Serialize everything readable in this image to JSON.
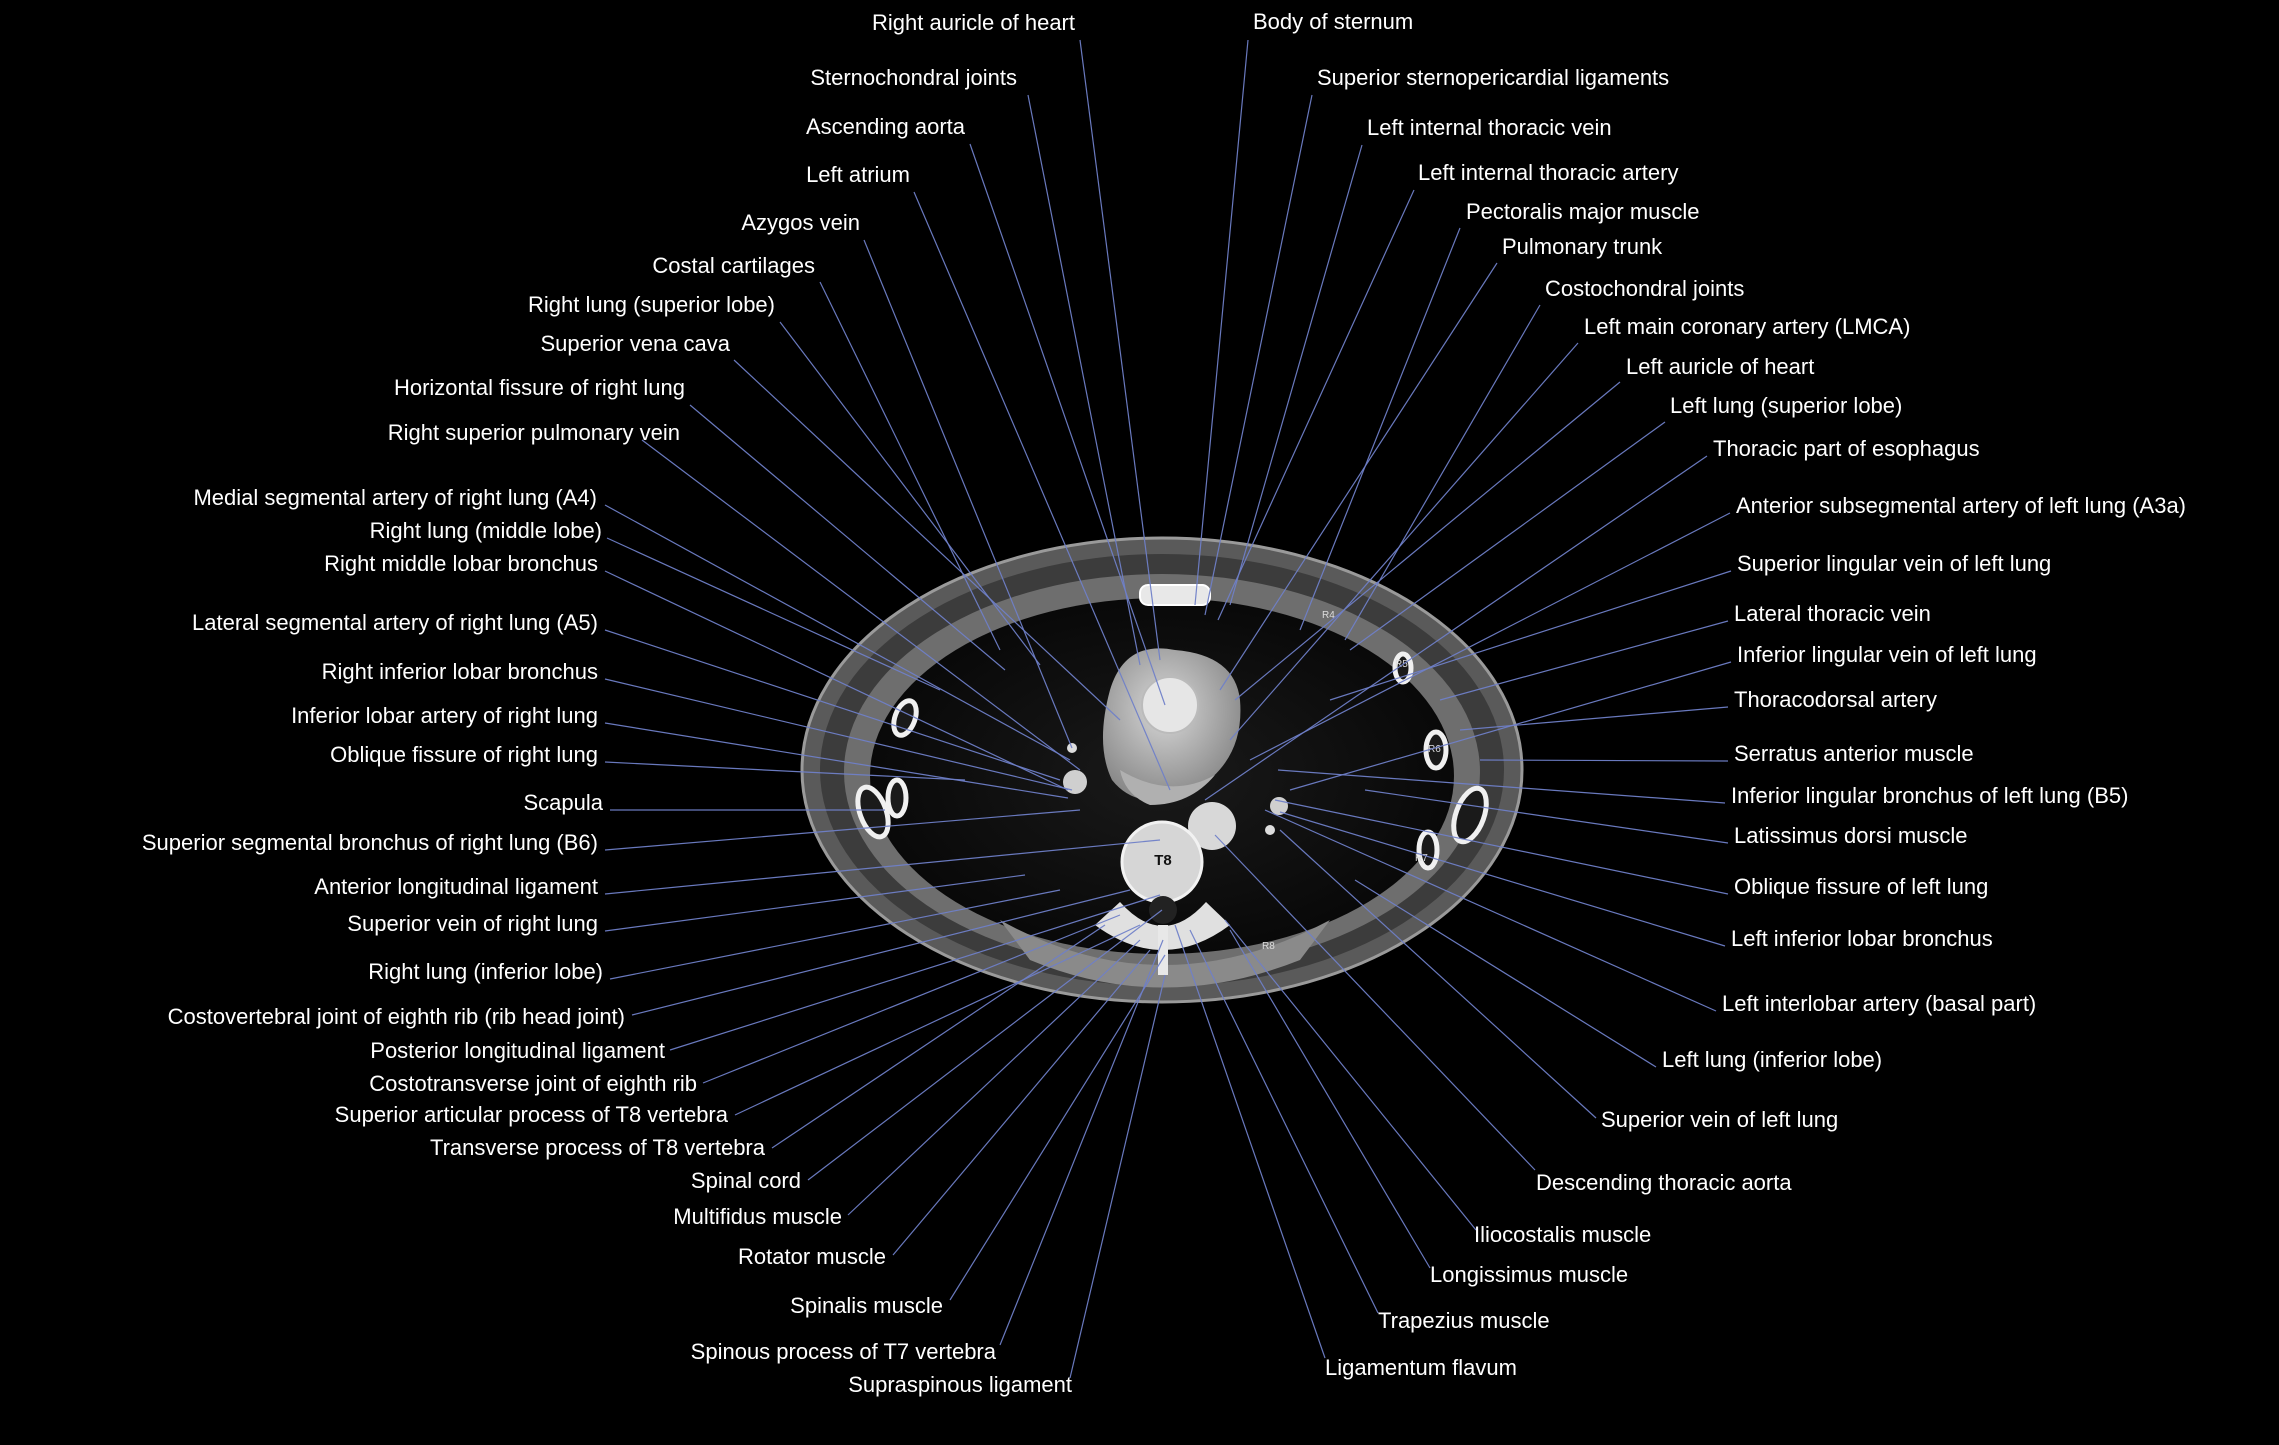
{
  "image": {
    "vertebra_label": "T8",
    "rib_labels": [
      "R4",
      "R5",
      "R6",
      "R7",
      "R8"
    ]
  },
  "colors": {
    "background": "#000000",
    "label": "#ffffff",
    "leader": "#6f7fc8"
  },
  "labels": [
    "Right auricle of heart",
    "Sternochondral joints",
    "Ascending aorta",
    "Left atrium",
    "Azygos vein",
    "Costal cartilages",
    "Right lung (superior lobe)",
    "Superior vena cava",
    "Horizontal fissure of right lung",
    "Right superior pulmonary vein",
    "Medial segmental artery of right lung (A4)",
    "Right lung (middle lobe)",
    "Right middle lobar bronchus",
    "Lateral segmental artery of right lung (A5)",
    "Right inferior lobar bronchus",
    "Inferior lobar artery of right lung",
    "Oblique fissure of right lung",
    "Scapula",
    "Superior segmental bronchus of right lung (B6)",
    "Anterior longitudinal ligament",
    "Superior vein of right lung",
    "Right lung (inferior lobe)",
    "Costovertebral joint of eighth rib (rib head joint)",
    "Posterior longitudinal ligament",
    "Costotransverse joint of eighth rib",
    "Superior articular process of T8 vertebra",
    "Transverse process of T8 vertebra",
    "Spinal cord",
    "Multifidus muscle",
    "Rotator muscle",
    "Spinalis muscle",
    "Spinous process of T7 vertebra",
    "Supraspinous ligament",
    "Body of sternum",
    "Superior sternopericardial ligaments",
    "Left internal thoracic vein",
    "Left internal thoracic artery",
    "Pectoralis major muscle",
    "Pulmonary trunk",
    "Costochondral joints",
    "Left main coronary artery (LMCA)",
    "Left auricle of heart",
    "Left lung (superior lobe)",
    "Thoracic part of esophagus",
    "Anterior subsegmental artery of left lung (A3a)",
    "Superior lingular vein of left lung",
    "Lateral thoracic vein",
    "Inferior lingular vein of left lung",
    "Thoracodorsal artery",
    "Serratus anterior muscle",
    "Inferior lingular bronchus of left lung (B5)",
    "Latissimus dorsi muscle",
    "Oblique fissure of left lung",
    "Left inferior lobar bronchus",
    "Left interlobar artery (basal part)",
    "Left lung (inferior lobe)",
    "Superior vein of left lung",
    "Descending thoracic aorta",
    "Iliocostalis muscle",
    "Longissimus muscle",
    "Trapezius muscle",
    "Ligamentum flavum"
  ]
}
